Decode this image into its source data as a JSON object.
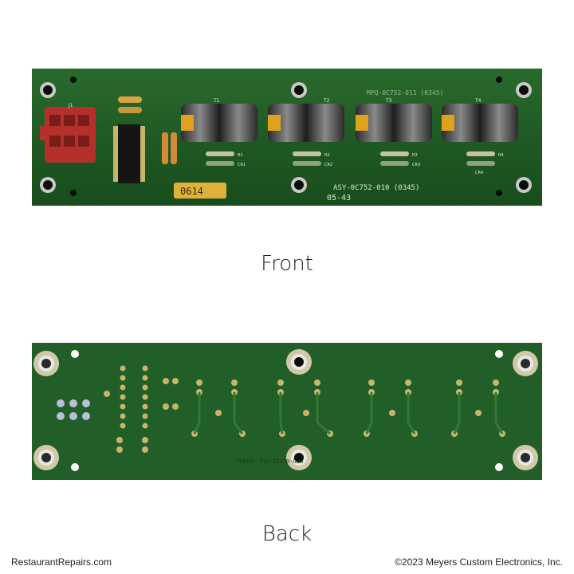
{
  "front": {
    "caption": "Front",
    "transformer_labels": [
      "T1",
      "T2",
      "T3",
      "T4"
    ],
    "diode_labels": [
      "CR1",
      "CR2",
      "CR3",
      "CR4"
    ],
    "resistor_labels": [
      "R1",
      "R2",
      "R3",
      "R4"
    ],
    "connector_label": "J1",
    "silk_top": "MPQ-0C752-011 (0345)",
    "silk_assembly": "ASY-0C752-010 (0345)",
    "silk_date": "05-43",
    "sticker": "0614"
  },
  "back": {
    "caption": "Back",
    "silk_mirror": "MPQ-0C752-011 (0345)"
  },
  "footer": {
    "site": "RestaurantRepairs.com",
    "copyright": "©2023 Meyers Custom Electronics, Inc."
  },
  "colors": {
    "pcb_green": "#1f5a24",
    "pcb_dark": "#164819",
    "solder": "#c9b56a",
    "connector_red": "#b5302a",
    "tape_yellow": "#e0a21c",
    "caption_text": "#222222"
  }
}
